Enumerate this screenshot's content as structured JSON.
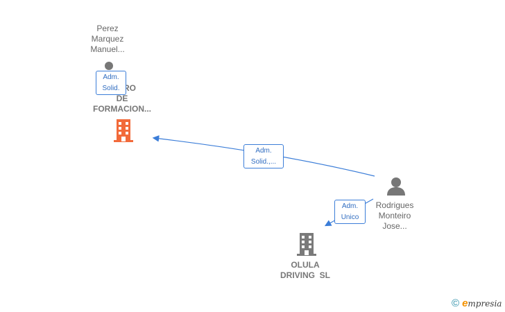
{
  "nodes": {
    "perez": {
      "lines": [
        "Perez",
        "Marquez",
        "Manuel..."
      ],
      "kind": "person"
    },
    "centro": {
      "lines": [
        "RO",
        "DE",
        "FORMACION..."
      ],
      "kind": "company",
      "color": "#f26a3a"
    },
    "rodrigues": {
      "lines": [
        "Rodrigues",
        "Monteiro",
        "Jose..."
      ],
      "kind": "person"
    },
    "olula": {
      "lines": [
        "OLULA",
        "DRIVING  SL"
      ],
      "kind": "company",
      "color": "#7a7a7a"
    }
  },
  "edges": [
    {
      "from": "perez",
      "to": "centro",
      "label": [
        "Adm.",
        "Solid."
      ]
    },
    {
      "from": "rodrigues",
      "to": "centro",
      "label": [
        "Adm.",
        "Solid.,..."
      ]
    },
    {
      "from": "rodrigues",
      "to": "olula",
      "label": [
        "Adm.",
        "Unico"
      ]
    }
  ],
  "colors": {
    "edge": "#3b7dd8",
    "person_icon": "#777777"
  },
  "brand": {
    "copyright": "©",
    "e": "e",
    "name": "mpresia"
  }
}
